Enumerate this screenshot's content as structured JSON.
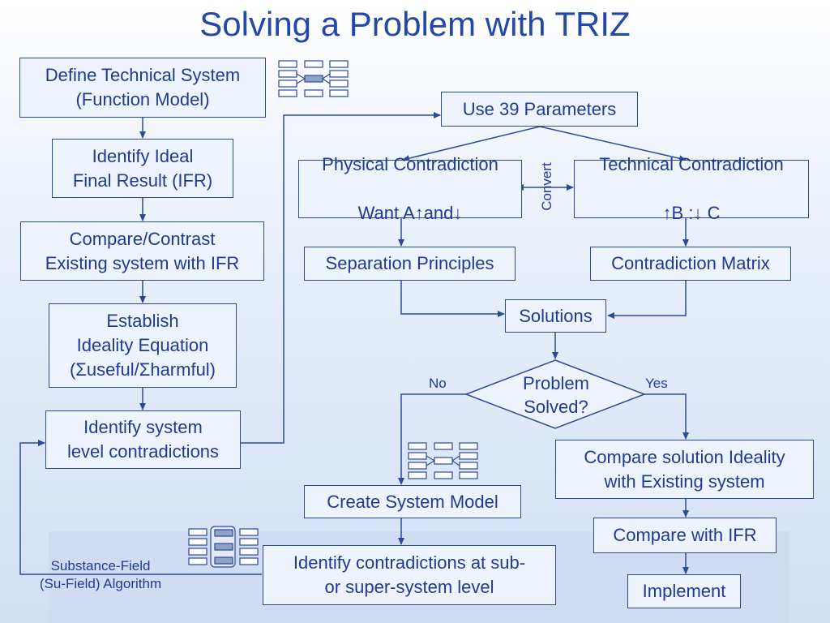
{
  "title": "Solving a Problem with TRIZ",
  "left_column": {
    "define": "Define Technical System\n(Function Model)",
    "ifr": "Identify Ideal\nFinal Result (IFR)",
    "compare": "Compare/Contrast\nExisting system with IFR",
    "ideality": "Establish\nIdeality Equation\n(Σuseful/Σharmful)",
    "contradictions": "Identify system\nlevel contradictions"
  },
  "right_section": {
    "parameters": "Use 39 Parameters",
    "physical_line1": "Physical Contradiction",
    "physical_line2_prefix": "Want  A",
    "physical_line2_mid": "and",
    "convert": "Convert",
    "technical_line1": "Technical Contradiction",
    "technical_line2_b": "B :",
    "technical_line2_c": " C",
    "separation": "Separation Principles",
    "matrix": "Contradiction Matrix",
    "solutions": "Solutions",
    "decision": "Problem\nSolved?",
    "no_label": "No",
    "yes_label": "Yes",
    "system_model": "Create System Model",
    "sub_system": "Identify contradictions at sub-\nor super-system level",
    "compare_solution": "Compare solution Ideality\nwith Existing system",
    "compare_ifr": "Compare with IFR",
    "implement": "Implement",
    "su_field": "Substance-Field\n(Su-Field) Algorithm"
  },
  "colors": {
    "text": "#1f3a93",
    "border": "#2b4a9a",
    "box_fill": "#eef4fd"
  },
  "icons": [
    "function-model-icon",
    "system-model-icon",
    "su-field-icon"
  ]
}
